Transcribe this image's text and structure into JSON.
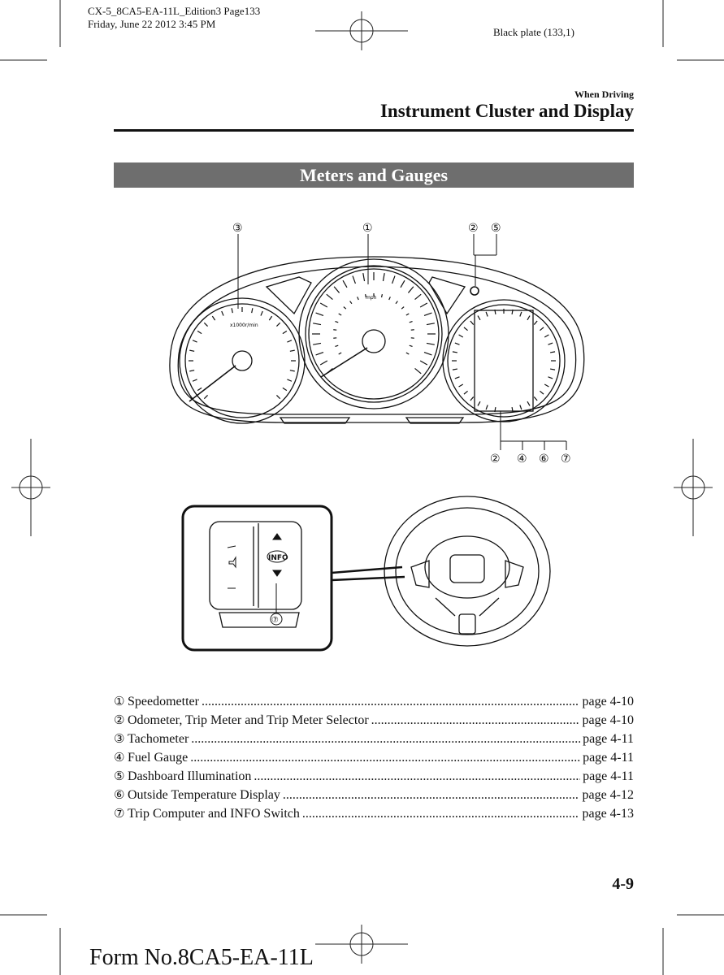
{
  "header": {
    "file_line1": "CX-5_8CA5-EA-11L_Edition3 Page133",
    "file_line2": "Friday, June 22 2012 3:45 PM",
    "plate": "Black plate (133,1)"
  },
  "section_label": "When Driving",
  "page_title": "Instrument Cluster and Display",
  "banner_title": "Meters and Gauges",
  "figure": {
    "callouts_top": [
      "③",
      "①",
      "②",
      "⑤"
    ],
    "callouts_bottom": [
      "②",
      "④",
      "⑥",
      "⑦"
    ],
    "tach_label": "x1000r/min",
    "speed_label": "mph",
    "info_button": "INFO",
    "callout_switch": "⑦"
  },
  "items": [
    {
      "num": "①",
      "label": "Speedometter",
      "page": "page 4-10"
    },
    {
      "num": "②",
      "label": "Odometer, Trip Meter and Trip Meter Selector",
      "page": "page 4-10"
    },
    {
      "num": "③",
      "label": "Tachometer",
      "page": "page 4-11"
    },
    {
      "num": "④",
      "label": "Fuel Gauge",
      "page": "page 4-11"
    },
    {
      "num": "⑤",
      "label": "Dashboard Illumination",
      "page": "page 4-11"
    },
    {
      "num": "⑥",
      "label": "Outside Temperature Display",
      "page": "page 4-12"
    },
    {
      "num": "⑦",
      "label": "Trip Computer and INFO Switch",
      "page": "page 4-13"
    }
  ],
  "page_number": "4-9",
  "form_number": "Form No.8CA5-EA-11L"
}
